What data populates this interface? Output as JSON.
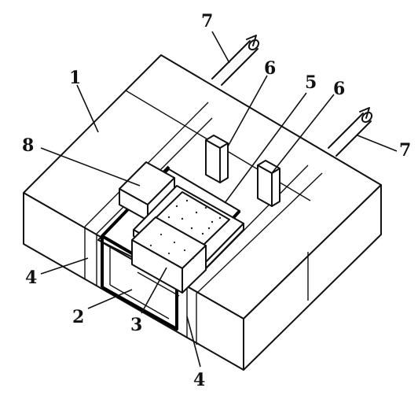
{
  "labels": {
    "l1": "1",
    "l2": "2",
    "l3": "3",
    "l4a": "4",
    "l4b": "4",
    "l5": "5",
    "l6a": "6",
    "l6b": "6",
    "l7a": "7",
    "l7b": "7",
    "l8": "8"
  }
}
